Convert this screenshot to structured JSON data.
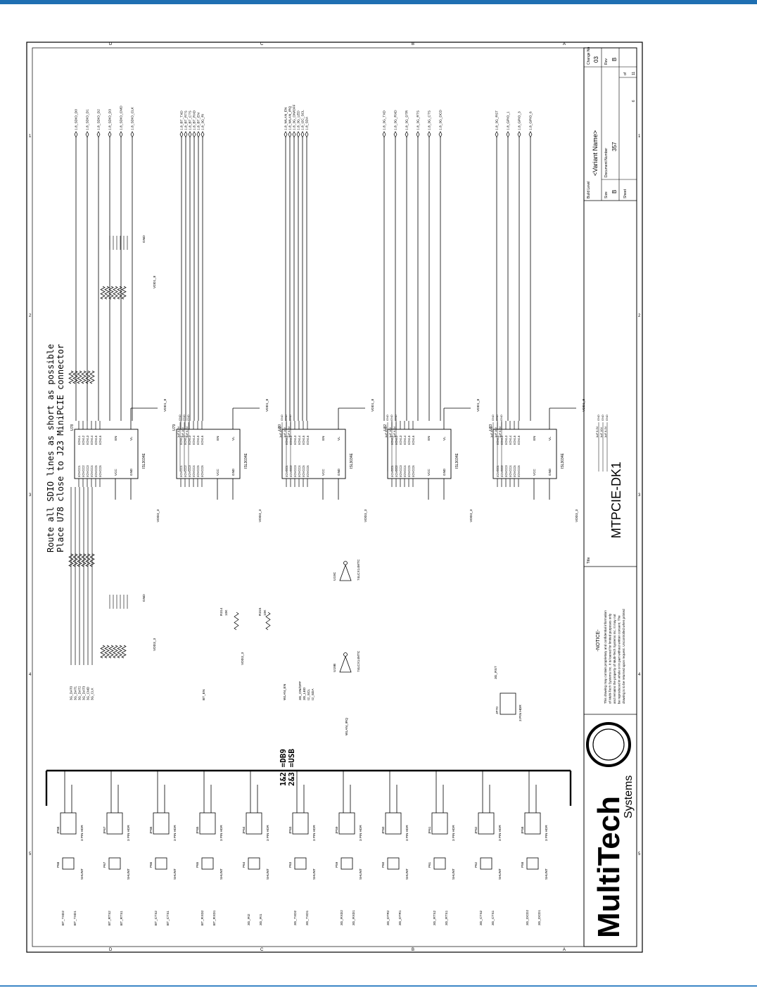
{
  "colors": {
    "accent_bar": "#1f6fb2",
    "ink": "#000000"
  },
  "title_block": {
    "product": "MTPCIE-DK1",
    "title_label": "Title",
    "variant": "<Variant Name>",
    "build_level_label": "Build Level",
    "size_label": "Size",
    "size_value": "B",
    "doc_number_label": "Document Number",
    "doc_number_value": "357",
    "rev_label": "Rev",
    "rev_value": "B",
    "change_no_label": "Change No",
    "change_no_value": "03",
    "sheet_label": "Sheet",
    "sheet_value": "6",
    "of_label": "of",
    "of_value": "11",
    "notice_title": "-NOTICE-",
    "notice_lines": [
      "This drawing may contain proprietary and confidential information",
      "of Multi-Tech Systems Inc. It is loaned for limited purposes only",
      "and remains the property of Multi-Tech Systems Inc. It may not",
      "be reproduced in whole or in part without written consent. The",
      "drawing is to be returned upon request. Uncontrolled when printed"
    ],
    "logo_main": "MultiTech",
    "logo_sub": "Systems"
  },
  "annotations": {
    "route_note_1": "Route all SDIO lines as short as possible",
    "route_note_2": "Place U78 close to J23 MiniPCIE connector",
    "db9_note": "1&2 =DB9",
    "usb_note": "2&3 =USB"
  },
  "sdio_left": [
    "3G_DAT0",
    "3G_DAT1",
    "3G_DAT2",
    "3G_DAT3",
    "3G_CMD",
    "3G_CLK"
  ],
  "sdio_right": [
    "1.8_SDIO_D0",
    "1.8_SDIO_D1",
    "1.8_SDIO_D2",
    "1.8_SDIO_D3",
    "1.8_SDIO_CMD",
    "1.8_SDIO_CLK"
  ],
  "bt_right": [
    "1.8_BT_TXD",
    "1.8_BT_RTS",
    "1.8_BT_CTS",
    "1.8_BT_RXD",
    "1.8_BT_EN",
    "1.8_3G_RI"
  ],
  "wlan_right": [
    "1.8_WLAN_EN",
    "1.8_WLAN_IRQ",
    "1.8_3G_ON/OFF",
    "1.8_3G_LED",
    "1.8_I2C_SCL",
    "1.8_SDA"
  ],
  "uart_right": [
    "1.8_3G_TXD",
    "1.8_3G_RXD",
    "1.8_3G_DTR",
    "1.8_3G_RTS",
    "1.8_3G_CTS",
    "1.8_3G_DCD"
  ],
  "gpio_right": [
    "1.8_3G_RST",
    "1.8_GPIO_1",
    "1.8_GPIO_3",
    "1.8_GPIO_6"
  ],
  "left_signals": [
    "BT_EN",
    "WLAN_EN",
    "3G_ON/OFF",
    "3G_LED",
    "I2_SCL",
    "I2_SDA",
    "WLAN_IRQ",
    "3G_RST"
  ],
  "chips": [
    {
      "ref": "U78",
      "part": "ISL3034E"
    },
    {
      "ref": "U79",
      "part": "ISL3034E"
    },
    {
      "ref": "U80",
      "part": "ISL3034E"
    },
    {
      "ref": "U82",
      "part": "ISL3034E"
    },
    {
      "ref": "U83",
      "part": "ISL3034E"
    }
  ],
  "chip_pins": {
    "left": [
      "I/OVCC1",
      "I/OVCC2",
      "I/OVCC3",
      "I/OVCC4",
      "I/OVCC5",
      "I/OVCC6"
    ],
    "right": [
      "I/OVL1",
      "I/OVL2",
      "I/OVL3",
      "I/OVL4",
      "I/OVL5",
      "I/OVL6"
    ],
    "vcc": "VCC",
    "gnd": "GND",
    "en": "EN",
    "vl": "VL",
    "vdd33": "VDD3_3",
    "vdd18": "VDD1_8"
  },
  "caps": [
    "1uF 6.3V",
    "1uF 10V",
    "1uF 6.3V"
  ],
  "gnd_label": "GND",
  "vdd18_label": "VDD1_8",
  "vdd33_label": "VDD3_3",
  "resistors": [
    {
      "ref": "R314",
      "val": "10K"
    },
    {
      "ref": "R315",
      "val": "10K"
    }
  ],
  "inverters": [
    {
      "ref": "U19B",
      "part": "74LCX14MTC"
    },
    {
      "ref": "U19C",
      "part": "74LCX14MTC"
    }
  ],
  "header_small": {
    "ref": "JP70",
    "label": "3 PIN HDR"
  },
  "jumpers": [
    {
      "ref": "JP68",
      "shunt": "P68",
      "a": "BT_TXD2",
      "b": "BT_TXD1"
    },
    {
      "ref": "JP67",
      "shunt": "P67",
      "a": "BT_RTS2",
      "b": "BT_RTS1"
    },
    {
      "ref": "JP66",
      "shunt": "P66",
      "a": "BT_CTS2",
      "b": "BT_CTS1"
    },
    {
      "ref": "JP65",
      "shunt": "P65",
      "a": "BT_RXD2",
      "b": "BT_RXD1"
    },
    {
      "ref": "JP64",
      "shunt": "P64",
      "a": "3G_RI2",
      "b": "3G_RI1"
    },
    {
      "ref": "JP63",
      "shunt": "P63",
      "a": "3G_TXD2",
      "b": "3G_TXD1"
    },
    {
      "ref": "JP59",
      "shunt": "P59",
      "a": "3G_RXD2",
      "b": "3G_RXD1"
    },
    {
      "ref": "JP60",
      "shunt": "P60",
      "a": "3G_DTR2",
      "b": "3G_DTR1"
    },
    {
      "ref": "JP61",
      "shunt": "P61",
      "a": "3G_RTS2",
      "b": "3G_RTS1"
    },
    {
      "ref": "JP62",
      "shunt": "P62",
      "a": "3G_CTS2",
      "b": "3G_CTS1"
    },
    {
      "ref": "JP58",
      "shunt": "P58",
      "a": "3G_DCD2",
      "b": "3G_DCD1"
    }
  ],
  "jumper_labels": {
    "header": "3 PIN HDR",
    "shunt": "SHUNT"
  },
  "border_letters": [
    "D",
    "C",
    "B",
    "A"
  ],
  "border_numbers": [
    "5",
    "4",
    "3",
    "2",
    "1"
  ]
}
